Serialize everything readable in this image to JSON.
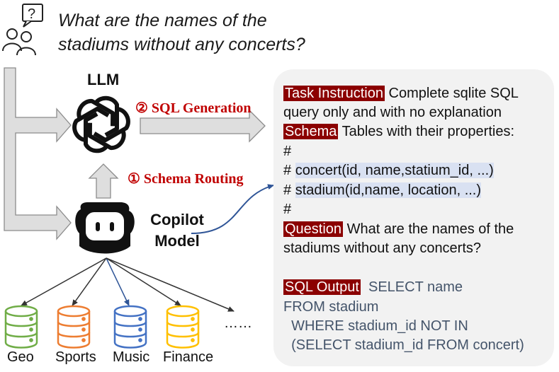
{
  "question": {
    "line1": "What are the names of the",
    "line2": "stadiums without any concerts?",
    "icon": "user-question-icon"
  },
  "llm": {
    "label": "LLM",
    "icon": "openai-logo-icon"
  },
  "copilot": {
    "line1": "Copilot",
    "line2": "Model",
    "icon": "copilot-logo-icon"
  },
  "steps": {
    "sql_generation": "② SQL Generation",
    "schema_routing": "① Schema Routing"
  },
  "databases": [
    {
      "label": "Geo",
      "color": "#70ad47"
    },
    {
      "label": "Sports",
      "color": "#ed7d31"
    },
    {
      "label": "Music",
      "color": "#4472c4"
    },
    {
      "label": "Finance",
      "color": "#ffc000"
    }
  ],
  "ellipsis": "……",
  "prompt": {
    "task_tag": "Task Instruction",
    "task_text": " Complete sqlite SQL",
    "task_text2": "query only and with no explanation",
    "schema_tag": "Schema",
    "schema_text": " Tables with their properties:",
    "hash": "#",
    "hash_prefix": "# ",
    "concert_table": "concert(id, name,statium_id, ...)",
    "stadium_table": "stadium(id,name, location, ...)",
    "question_tag": "Question",
    "question_text": " What are the names of the",
    "question_text2": "stadiums without any concerts?",
    "sql_tag": "SQL Output",
    "sql_line1": "  SELECT name",
    "sql_line2": "FROM stadium",
    "sql_line3": "  WHERE stadium_id NOT IN",
    "sql_line4": "  (SELECT stadium_id FROM concert)"
  },
  "colors": {
    "tag_bg": "#8b0000",
    "highlight": "#d9e1f2",
    "step_label": "#c00000",
    "sql_text": "#44546a",
    "route_arrow": "#2f5597"
  }
}
